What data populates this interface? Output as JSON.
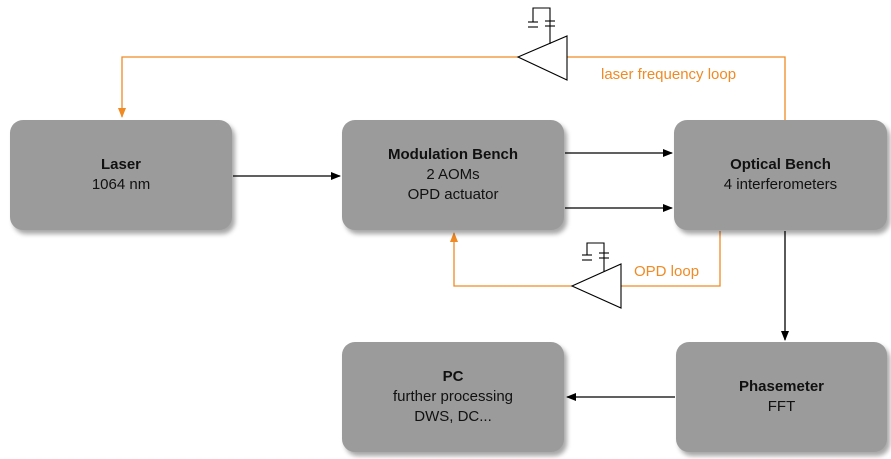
{
  "colors": {
    "box": "#9b9b9b",
    "loop": "#f08a24",
    "wire": "#000000"
  },
  "blocks": {
    "laser": {
      "title": "Laser",
      "lines": [
        "1064 nm"
      ]
    },
    "modulation_bench": {
      "title": "Modulation Bench",
      "lines": [
        "2 AOMs",
        "OPD actuator"
      ]
    },
    "optical_bench": {
      "title": "Optical Bench",
      "lines": [
        "4 interferometers"
      ]
    },
    "pc": {
      "title": "PC",
      "lines": [
        "further processing",
        "DWS, DC..."
      ]
    },
    "phasemeter": {
      "title": "Phasemeter",
      "lines": [
        "FFT"
      ]
    }
  },
  "loops": {
    "laser_frequency": "laser frequency loop",
    "opd": "OPD loop"
  }
}
